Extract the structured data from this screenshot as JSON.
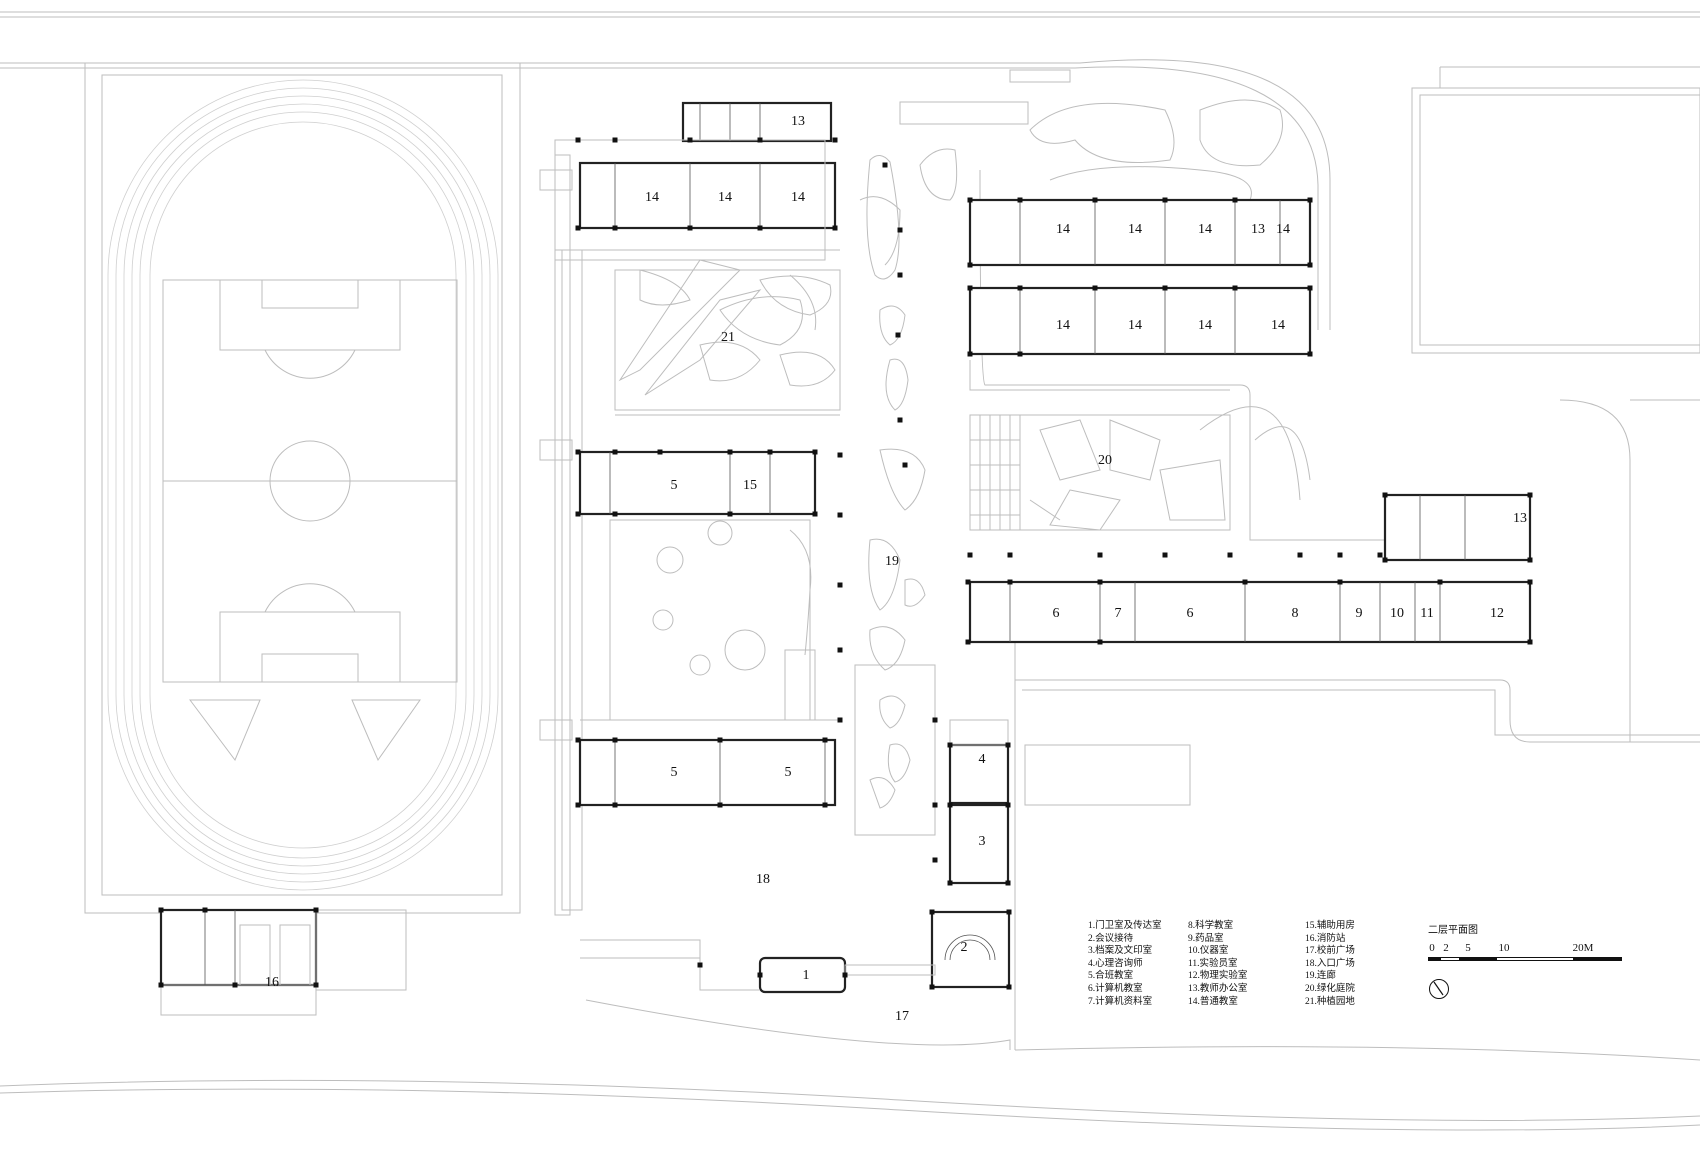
{
  "drawing": {
    "floor_title": "二层平面图",
    "room_numbers": [
      "1",
      "2",
      "3",
      "4",
      "5",
      "5",
      "5",
      "6",
      "6",
      "7",
      "8",
      "9",
      "10",
      "11",
      "12",
      "13",
      "13",
      "13",
      "14",
      "14",
      "14",
      "14",
      "14",
      "14",
      "14",
      "14",
      "14",
      "14",
      "14",
      "15",
      "16",
      "17",
      "18",
      "19",
      "20",
      "21"
    ]
  },
  "legend": {
    "col1": [
      "1.门卫室及传达室",
      "2.会议接待",
      "3.档案及文印室",
      "4.心理咨询师",
      "5.合班教室",
      "6.计算机教室",
      "7.计算机资料室"
    ],
    "col2": [
      "8.科学教室",
      "9.药品室",
      "10.仪器室",
      "11.实验员室",
      "12.物理实验室",
      "13.教师办公室",
      "14.普通教室"
    ],
    "col3": [
      "15.辅助用房",
      "16.消防站",
      "17.校前广场",
      "18.入口广场",
      "19.连廊",
      "20.绿化庭院",
      "21.种植园地"
    ]
  },
  "scale": {
    "ticks": [
      "0",
      "2",
      "5",
      "10",
      "20M"
    ],
    "tick_values": [
      0,
      2,
      5,
      10,
      20
    ]
  },
  "icons": {
    "north": "north-arrow-icon"
  }
}
